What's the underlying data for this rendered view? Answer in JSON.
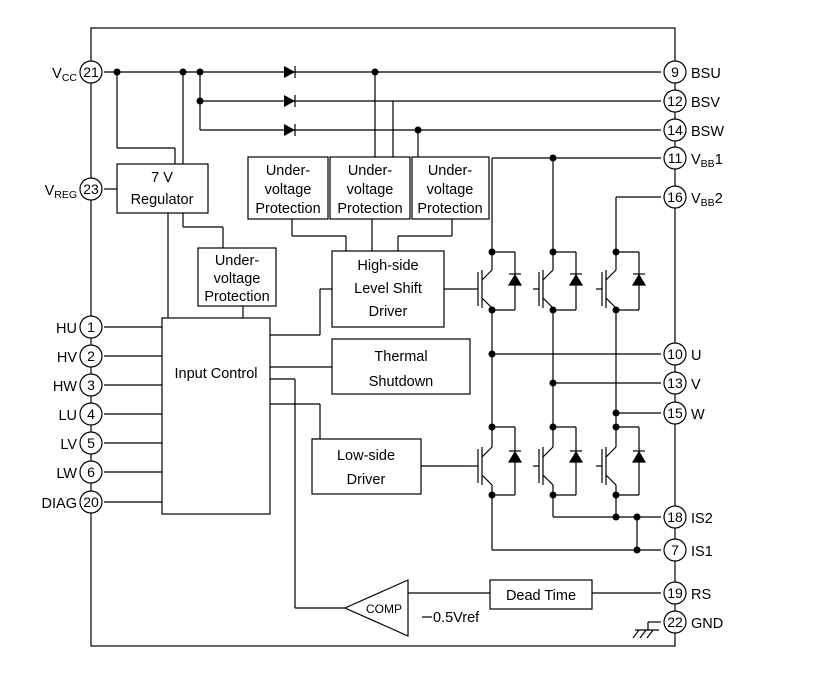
{
  "pins_left": [
    {
      "num": "21",
      "name": "V",
      "sub": "CC"
    },
    {
      "num": "23",
      "name": "V",
      "sub": "REG"
    },
    {
      "num": "1",
      "name": "HU",
      "sub": ""
    },
    {
      "num": "2",
      "name": "HV",
      "sub": ""
    },
    {
      "num": "3",
      "name": "HW",
      "sub": ""
    },
    {
      "num": "4",
      "name": "LU",
      "sub": ""
    },
    {
      "num": "5",
      "name": "LV",
      "sub": ""
    },
    {
      "num": "6",
      "name": "LW",
      "sub": ""
    },
    {
      "num": "20",
      "name": "DIAG",
      "sub": ""
    }
  ],
  "pins_right": [
    {
      "num": "9",
      "name": "BSU",
      "sub": "",
      "tail": ""
    },
    {
      "num": "12",
      "name": "BSV",
      "sub": "",
      "tail": ""
    },
    {
      "num": "14",
      "name": "BSW",
      "sub": "",
      "tail": ""
    },
    {
      "num": "11",
      "name": "V",
      "sub": "BB",
      "tail": "1"
    },
    {
      "num": "16",
      "name": "V",
      "sub": "BB",
      "tail": "2"
    },
    {
      "num": "10",
      "name": "U",
      "sub": "",
      "tail": ""
    },
    {
      "num": "13",
      "name": "V",
      "sub": "",
      "tail": ""
    },
    {
      "num": "15",
      "name": "W",
      "sub": "",
      "tail": ""
    },
    {
      "num": "18",
      "name": "IS2",
      "sub": "",
      "tail": ""
    },
    {
      "num": "7",
      "name": "IS1",
      "sub": "",
      "tail": ""
    },
    {
      "num": "19",
      "name": "RS",
      "sub": "",
      "tail": ""
    },
    {
      "num": "22",
      "name": "GND",
      "sub": "",
      "tail": ""
    }
  ],
  "blocks": {
    "regulator": [
      "7 V",
      "Regulator"
    ],
    "uvp_1": [
      "Under-",
      "voltage",
      "Protection"
    ],
    "uvp_2": [
      "Under-",
      "voltage",
      "Protection"
    ],
    "uvp_3": [
      "Under-",
      "voltage",
      "Protection"
    ],
    "uvp_4": [
      "Under-",
      "voltage",
      "Protection"
    ],
    "high_side": [
      "High-side",
      "Level Shift",
      "Driver"
    ],
    "input_control": [
      "Input Control"
    ],
    "thermal": [
      "Thermal",
      "Shutdown"
    ],
    "low_side": [
      "Low-side",
      "Driver"
    ],
    "dead_time": [
      "Dead Time"
    ],
    "comp": [
      "COMP"
    ],
    "vref": [
      "0.5Vref"
    ]
  }
}
